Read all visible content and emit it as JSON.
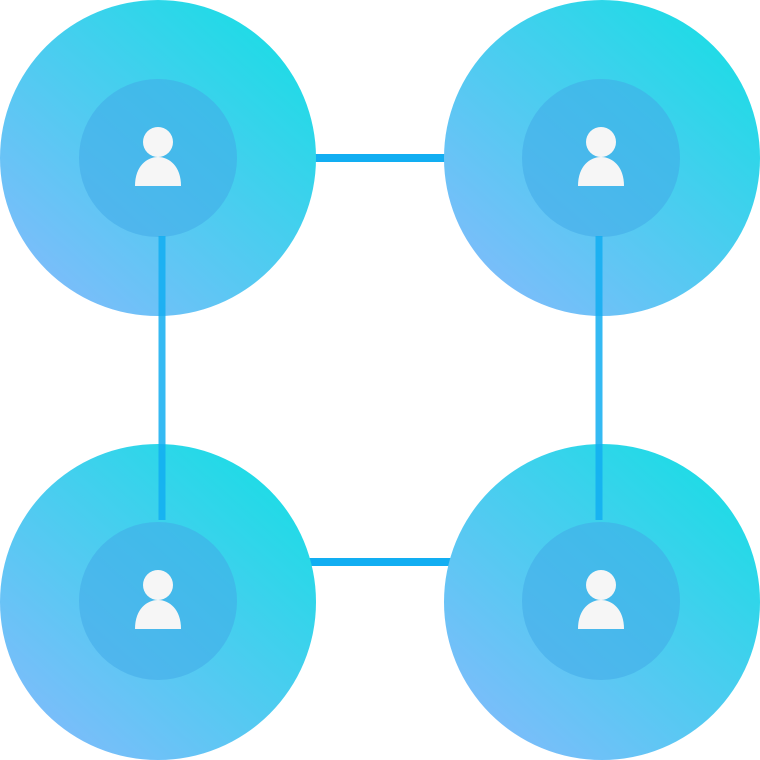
{
  "diagram": {
    "nodes": [
      {
        "id": "top-left",
        "icon": "user-icon"
      },
      {
        "id": "top-right",
        "icon": "user-icon"
      },
      {
        "id": "bottom-left",
        "icon": "user-icon"
      },
      {
        "id": "bottom-right",
        "icon": "user-icon"
      }
    ],
    "edges": [
      {
        "from": "top-left",
        "to": "top-right"
      },
      {
        "from": "top-left",
        "to": "bottom-left"
      },
      {
        "from": "top-right",
        "to": "bottom-right"
      },
      {
        "from": "bottom-left",
        "to": "bottom-right"
      }
    ]
  },
  "colors": {
    "background": "#ffffff",
    "node_gradient_start": "#1fdbe6",
    "node_gradient_end": "#7bbdfa",
    "inner_circle": "#42a9e8",
    "connector": "#12aef2",
    "user_icon": "#f6f6f6"
  }
}
